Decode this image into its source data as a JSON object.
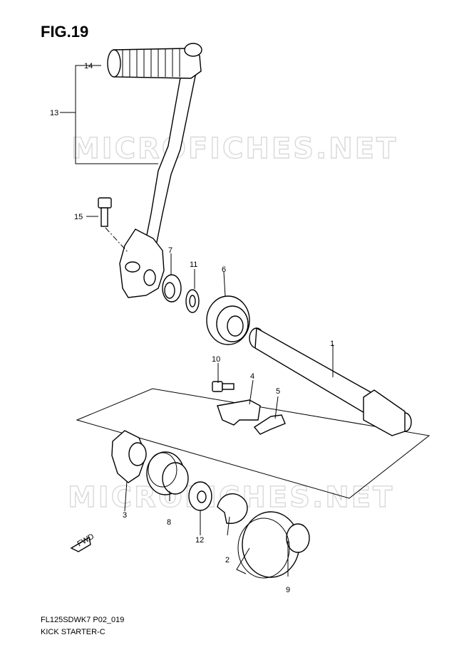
{
  "figure": {
    "title": "FIG.19"
  },
  "watermarks": [
    "MICROFICHES.NET",
    "MICROFICHES.NET"
  ],
  "callouts": [
    "1",
    "2",
    "3",
    "4",
    "5",
    "6",
    "7",
    "8",
    "9",
    "10",
    "11",
    "12",
    "13",
    "14",
    "15"
  ],
  "fwd_label": "FWD",
  "footer": {
    "code": "FL125SDWK7 P02_019",
    "name": "KICK STARTER-C"
  }
}
